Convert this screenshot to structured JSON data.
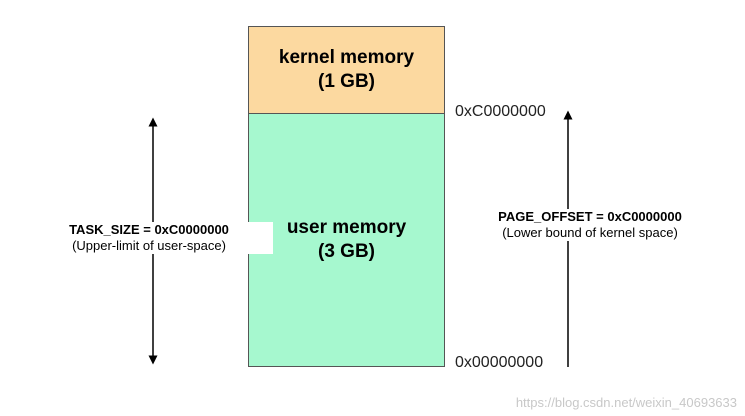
{
  "kernel_block": {
    "line1": "kernel memory",
    "line2": "(1 GB)",
    "color": "#fcd9a0"
  },
  "user_block": {
    "line1": "user memory",
    "line2": "(3 GB)",
    "color": "#a6f8cf"
  },
  "addresses": {
    "top": "0xC0000000",
    "bottom": "0x00000000"
  },
  "task_size": {
    "main": "TASK_SIZE = 0xC0000000",
    "sub": "(Upper-limit of user-space)"
  },
  "page_offset": {
    "main": "PAGE_OFFSET = 0xC0000000",
    "sub": "(Lower bound of kernel space)"
  },
  "watermark": "https://blog.csdn.net/weixin_40693633"
}
